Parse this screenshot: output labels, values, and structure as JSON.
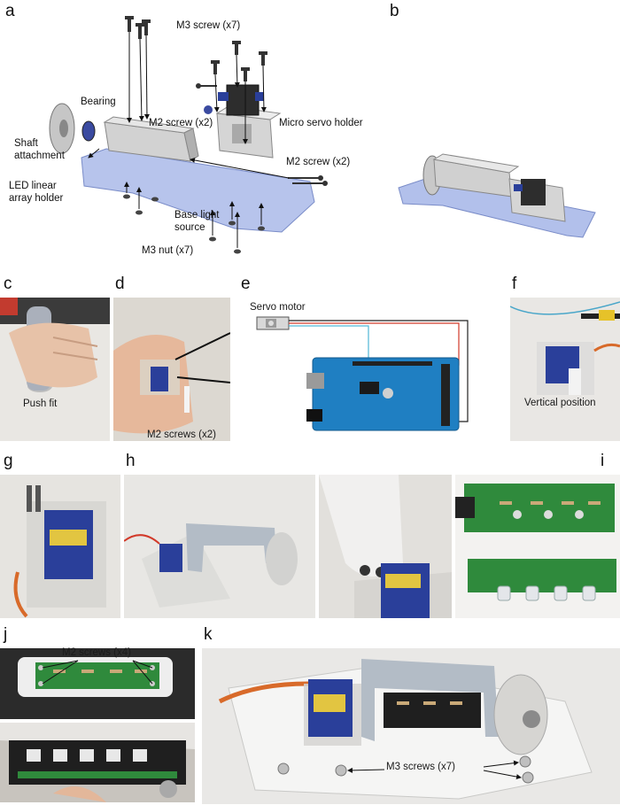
{
  "panels": {
    "a": {
      "letter": "a",
      "labels": {
        "m3_screw": "M3 screw (x7)",
        "bearing": "Bearing",
        "m2_screw_top": "M2 screw (x2)",
        "micro_servo_holder": "Micro servo holder",
        "shaft_attachment": "Shaft\nattachment",
        "m2_screw_right": "M2 screw (x2)",
        "led_holder": "LED linear\narray holder",
        "base_light_source": "Base light\nsource",
        "m3_nut": "M3 nut (x7)"
      }
    },
    "b": {
      "letter": "b"
    },
    "c": {
      "letter": "c",
      "caption": "Push fit"
    },
    "d": {
      "letter": "d",
      "caption": "M2 screws (x2)"
    },
    "e": {
      "letter": "e",
      "servo_label": "Servo motor"
    },
    "f": {
      "letter": "f",
      "caption": "Vertical position"
    },
    "g": {
      "letter": "g"
    },
    "h": {
      "letter": "h"
    },
    "i": {
      "letter": "i"
    },
    "j": {
      "letter": "j",
      "caption": "M2 screws (x4)"
    },
    "k": {
      "letter": "k",
      "caption": "M3 screws (x7)"
    }
  },
  "colors": {
    "base_plate": "#9fb0e6",
    "gray_part": "#c9c9c9",
    "servo_blue": "#2a3f9a",
    "arduino_blue": "#1f7fc2",
    "pcb_green": "#2f8a3c",
    "wire_red": "#d23a2a",
    "wire_cyan": "#4fb6d6",
    "wire_black": "#222222"
  }
}
